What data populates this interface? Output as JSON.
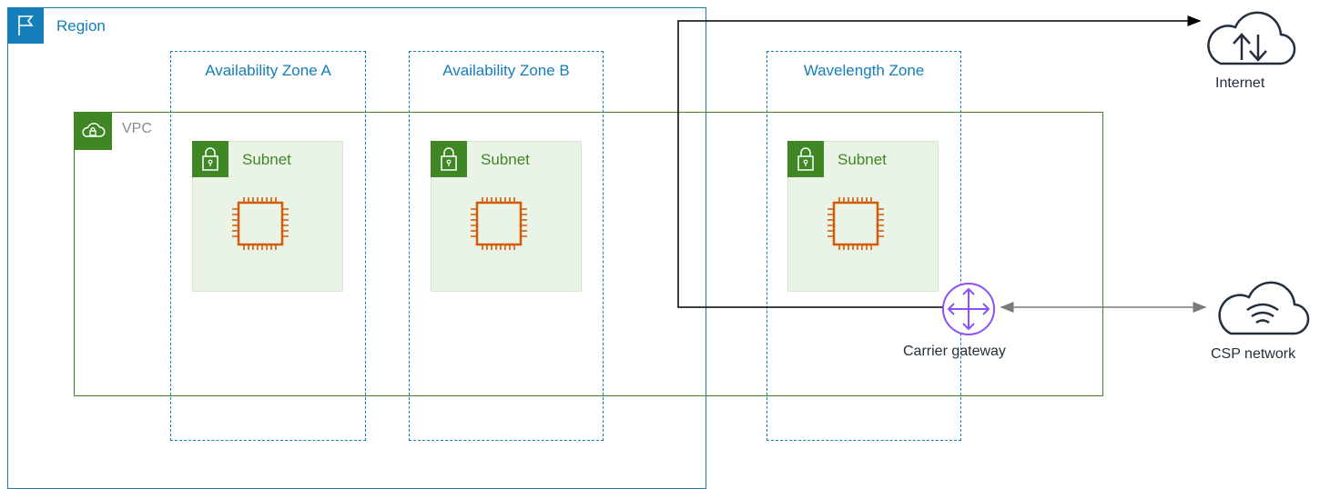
{
  "region": {
    "label": "Region",
    "icon": "flag-icon"
  },
  "zones": [
    {
      "label": "Availability Zone A"
    },
    {
      "label": "Availability Zone B"
    },
    {
      "label": "Wavelength Zone"
    }
  ],
  "vpc": {
    "label": "VPC",
    "icon": "cloud-lock-icon"
  },
  "subnets": [
    {
      "label": "Subnet",
      "icon": "padlock-icon",
      "instance_icon": "ec2-instance-chip-icon"
    },
    {
      "label": "Subnet",
      "icon": "padlock-icon",
      "instance_icon": "ec2-instance-chip-icon"
    },
    {
      "label": "Subnet",
      "icon": "padlock-icon",
      "instance_icon": "ec2-instance-chip-icon"
    }
  ],
  "carrier_gateway": {
    "label": "Carrier gateway",
    "icon": "carrier-gateway-icon"
  },
  "internet": {
    "label": "Internet",
    "icon": "internet-cloud-icon"
  },
  "csp_network": {
    "label": "CSP network",
    "icon": "csp-network-cloud-icon"
  },
  "colors": {
    "region": "#147eba",
    "vpc": "#3f8624",
    "subnet_bg": "#e9f3e6",
    "instance": "#d45b07",
    "gateway": "#8c4fff",
    "text": "#232f3e"
  }
}
